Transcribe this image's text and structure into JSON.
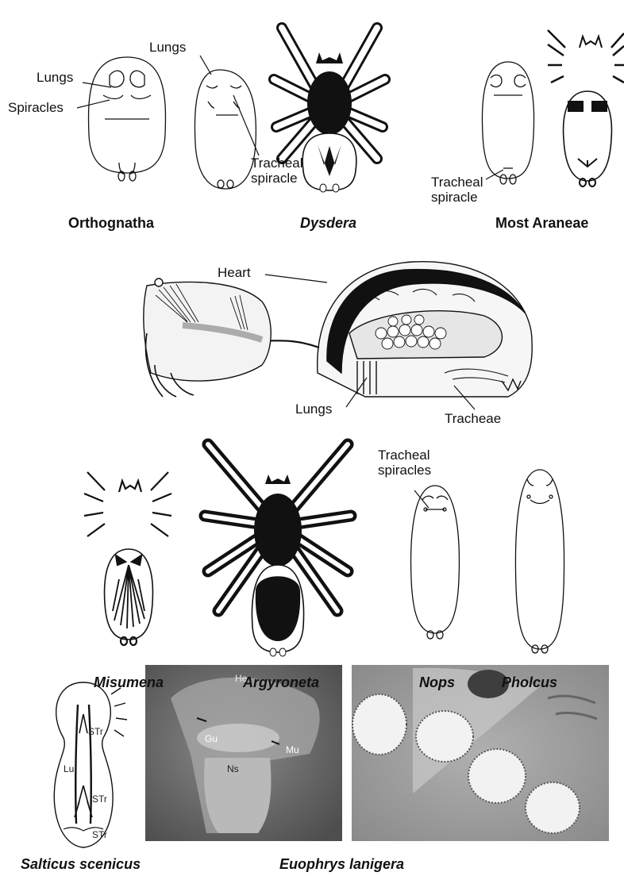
{
  "row1": {
    "orthognatha": {
      "title": "Orthognatha",
      "lungs": "Lungs",
      "spiracles": "Spiracles"
    },
    "second": {
      "lungs": "Lungs",
      "tracheal_spiracle_line1": "Tracheal",
      "tracheal_spiracle_line2": "spiracle"
    },
    "dysdera": {
      "title": "Dysdera"
    },
    "most_araneae": {
      "title": "Most Araneae",
      "tracheal_spiracle_line1": "Tracheal",
      "tracheal_spiracle_line2": "spiracle"
    }
  },
  "section": {
    "heart": "Heart",
    "lungs": "Lungs",
    "tracheae": "Tracheae"
  },
  "row3": {
    "misumena": {
      "title": "Misumena"
    },
    "argyroneta": {
      "title": "Argyroneta"
    },
    "nops": {
      "title": "Nops",
      "tracheal_spiracles_line1": "Tracheal",
      "tracheal_spiracles_line2": "spiracles"
    },
    "pholcus": {
      "title": "Pholcus"
    }
  },
  "row4": {
    "salticus": {
      "title": "Salticus scenicus",
      "marks": [
        "STr",
        "Lu",
        "STr",
        "STr"
      ]
    },
    "euophrys": {
      "title": "Euophrys lanigera",
      "marks": [
        "He",
        "Gu",
        "Mu",
        "Ns"
      ]
    }
  },
  "colors": {
    "ink": "#111111",
    "photo_left": "#6e6e6e",
    "photo_right": "#9a9a9a",
    "paper": "#ffffff"
  }
}
